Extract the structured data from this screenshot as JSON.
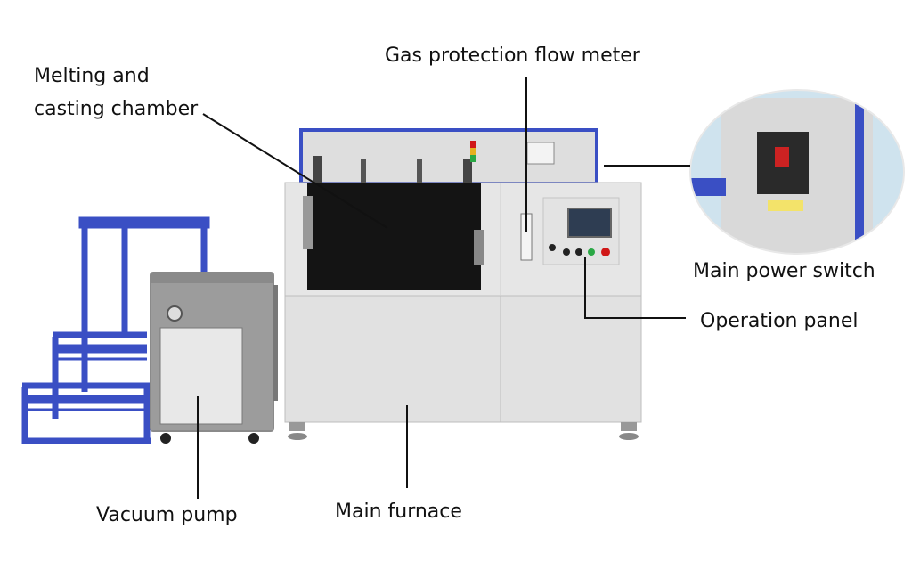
{
  "labels": {
    "melting_line1": "Melting and",
    "melting_line2": "casting chamber",
    "gas_flow_meter": "Gas protection flow meter",
    "main_power_switch": "Main power switch",
    "operation_panel": "Operation panel",
    "vacuum_pump": "Vacuum pump",
    "main_furnace": "Main furnace"
  },
  "colors": {
    "frame_blue": "#3a4fc4",
    "cabinet_gray": "#e4e4e4",
    "chamber_black": "#141414",
    "pump_top": "#8a8a8a",
    "indicator_red": "#d01818",
    "indicator_green": "#2aa845"
  },
  "icons": [
    "stairs-frame",
    "vacuum-pump-cabinet",
    "main-furnace-cabinet",
    "control-panel",
    "power-switch-zoom"
  ]
}
